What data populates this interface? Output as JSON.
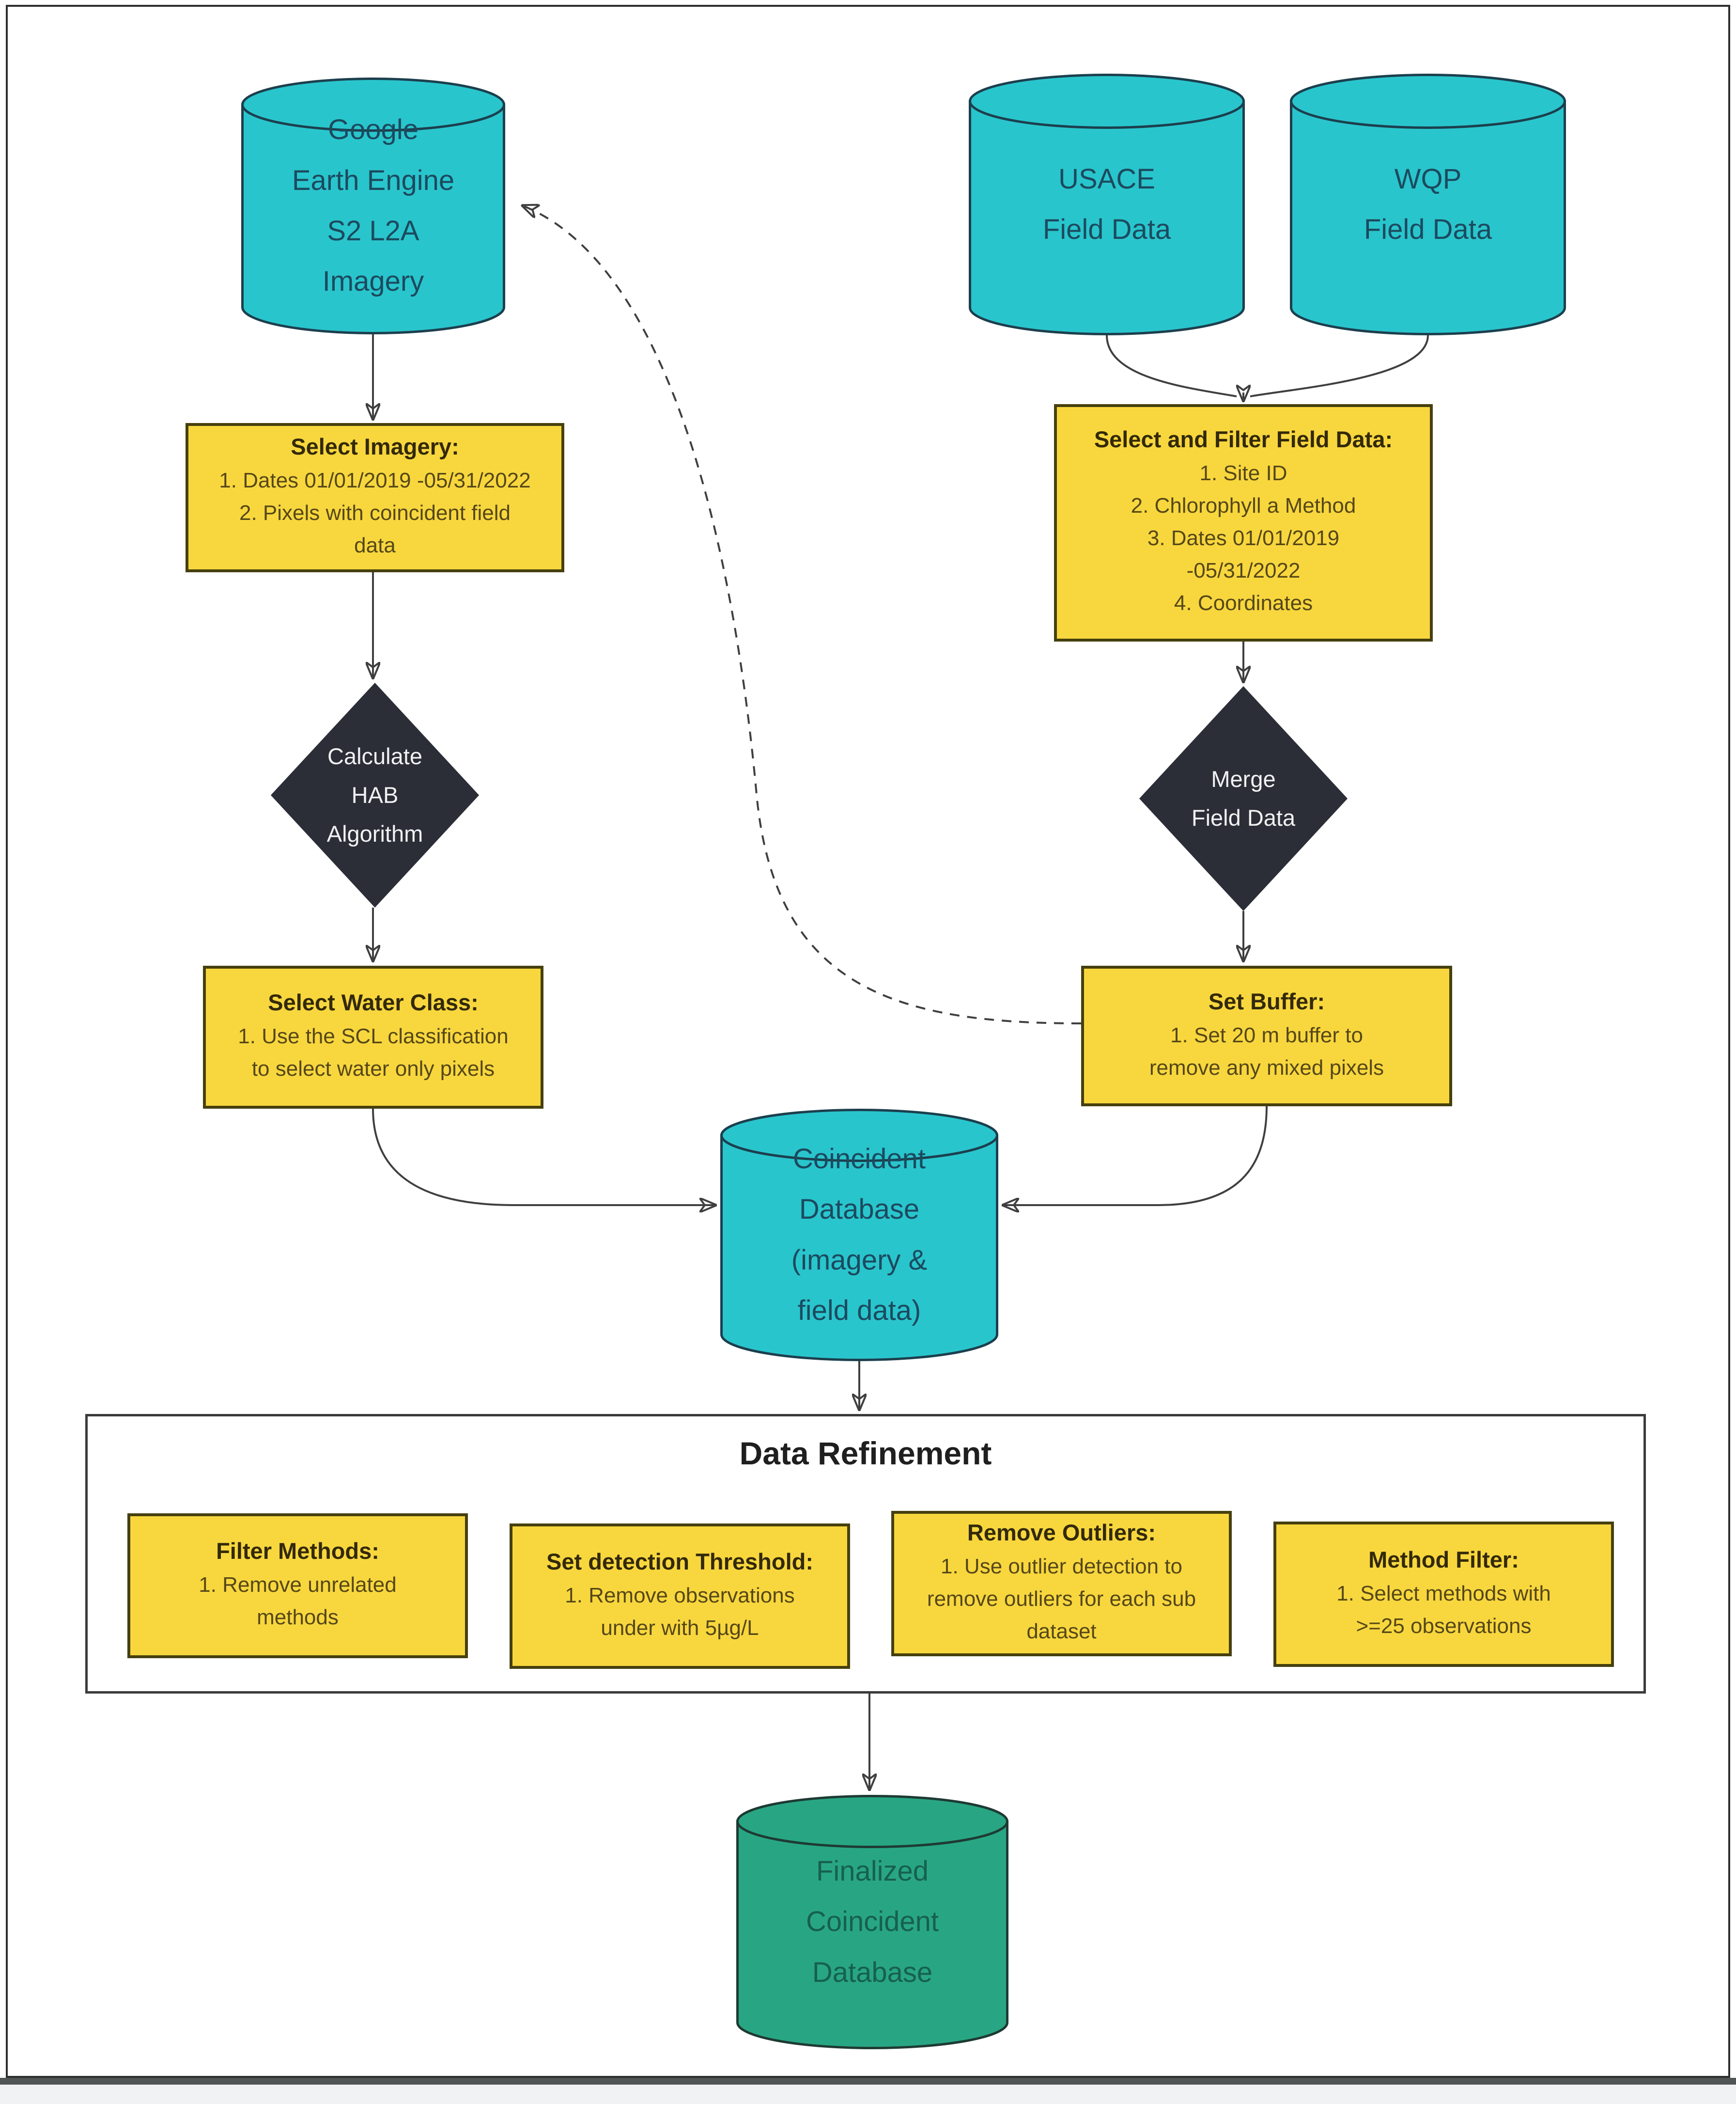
{
  "theme": {
    "canvas_bg": "#ffffff",
    "frame_border": "#2e2e2e",
    "teal_fill": "#29c5cd",
    "teal_stroke": "#1c3f4d",
    "teal_text": "#1c4a5e",
    "green_fill": "#28a683",
    "green_stroke": "#1e3a33",
    "green_text": "#17604e",
    "yellow_fill": "#f8d73e",
    "yellow_stroke": "#46400f",
    "yellow_title": "#33290a",
    "yellow_text": "#554718",
    "diamond_fill": "#2b2d37",
    "diamond_text": "#f0f1f2",
    "connector": "#3f3f3f",
    "section_border": "#3b3b3b",
    "section_title_color": "#1f1f1f",
    "bottom_bar": "#515556",
    "bottom_strip": "#f1f2f3"
  },
  "nodes": {
    "gee_imagery": {
      "type": "cylinder",
      "label": "Google\nEarth Engine\nS2 L2A\nImagery"
    },
    "usace_field_data": {
      "type": "cylinder",
      "label": "USACE\nField Data"
    },
    "wqp_field_data": {
      "type": "cylinder",
      "label": "WQP\nField Data"
    },
    "select_imagery": {
      "type": "process",
      "title": "Select Imagery:",
      "body": "1. Dates 01/01/2019 -05/31/2022\n2. Pixels with coincident field\ndata"
    },
    "select_filter_field_data": {
      "type": "process",
      "title": "Select and Filter Field Data:",
      "body": "1. Site ID\n2. Chlorophyll a Method\n3. Dates  01/01/2019\n-05/31/2022\n4. Coordinates"
    },
    "calculate_hab": {
      "type": "decision",
      "label": "Calculate\nHAB\nAlgorithm"
    },
    "merge_field_data": {
      "type": "decision",
      "label": "Merge\nField Data"
    },
    "select_water_class": {
      "type": "process",
      "title": "Select Water Class:",
      "body": "1. Use the SCL classification\nto select water only pixels"
    },
    "set_buffer": {
      "type": "process",
      "title": "Set Buffer:",
      "body": "1. Set 20 m buffer to\nremove any mixed pixels"
    },
    "coincident_db": {
      "type": "cylinder",
      "label": "Coincident\nDatabase\n(imagery &\nfield data)"
    },
    "finalized_db": {
      "type": "cylinder",
      "label": "Finalized\nCoincident\nDatabase"
    }
  },
  "refinement": {
    "title": "Data Refinement",
    "steps": [
      {
        "title": "Filter Methods:",
        "body": "1. Remove unrelated\nmethods"
      },
      {
        "title": "Set detection Threshold:",
        "body": "1. Remove observations\nunder with 5µg/L"
      },
      {
        "title": "Remove Outliers:",
        "body": "1. Use outlier detection to\nremove outliers for each sub\ndataset"
      },
      {
        "title": "Method Filter:",
        "body": "1. Select methods with\n>=25 observations"
      }
    ]
  }
}
